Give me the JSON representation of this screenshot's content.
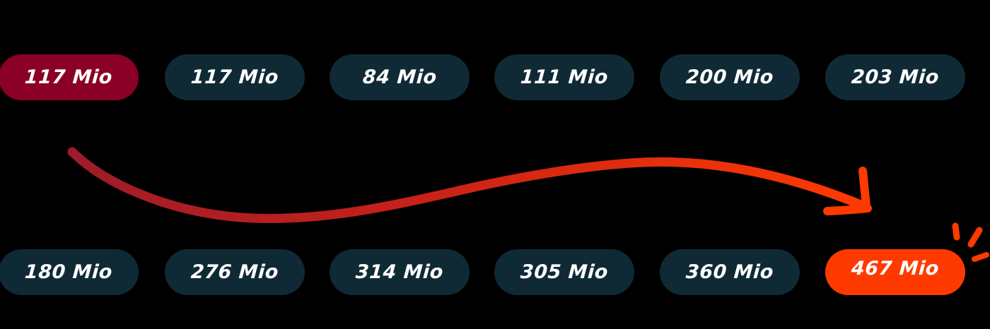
{
  "colors": {
    "background": "#000000",
    "pill_default": "#0f2a35",
    "pill_start": "#8b0026",
    "pill_highlight": "#ff3a00",
    "arrow_start": "#9e1b2a",
    "arrow_end": "#ff3a00",
    "text": "#ffffff"
  },
  "rows": {
    "top": {
      "pills": [
        {
          "label": "117 Mio",
          "style": "start"
        },
        {
          "label": "117 Mio",
          "style": "default"
        },
        {
          "label": "84 Mio",
          "style": "default"
        },
        {
          "label": "111 Mio",
          "style": "default"
        },
        {
          "label": "200 Mio",
          "style": "default"
        },
        {
          "label": "203 Mio",
          "style": "default"
        }
      ]
    },
    "bottom": {
      "pills": [
        {
          "label": "180 Mio",
          "style": "default"
        },
        {
          "label": "276 Mio",
          "style": "default"
        },
        {
          "label": "314 Mio",
          "style": "default"
        },
        {
          "label": "305 Mio",
          "style": "default"
        },
        {
          "label": "360 Mio",
          "style": "default"
        },
        {
          "label": "467 Mio",
          "style": "highlight"
        }
      ]
    }
  },
  "connector": {
    "icon": "curved-arrow-icon",
    "from": "rows.top.pills.0",
    "to": "rows.bottom.pills.5"
  },
  "decoration": {
    "icon": "sparkle-icon"
  }
}
